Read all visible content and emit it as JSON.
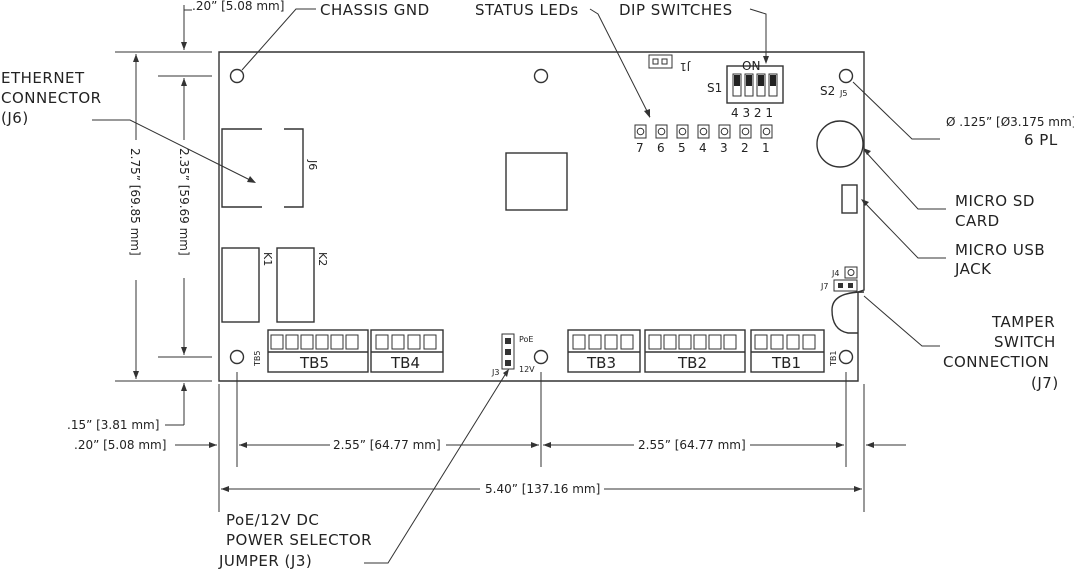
{
  "labels": {
    "chassis_gnd": "CHASSIS GND",
    "status_leds": "STATUS LEDs",
    "dip_switches": "DIP SWITCHES",
    "ethernet_1": "ETHERNET",
    "ethernet_2": "CONNECTOR",
    "ethernet_3": "(J6)",
    "hole_1": "Ø .125” [Ø3.175 mm]",
    "hole_2": "6 PL",
    "sd_1": "MICRO SD",
    "sd_2": "CARD",
    "usb_1": "MICRO USB",
    "usb_2": "JACK",
    "tamper_1": "TAMPER",
    "tamper_2": "SWITCH",
    "tamper_3": "CONNECTION",
    "tamper_4": "(J7)",
    "jumper_1": "PoE/12V DC",
    "jumper_2": "POWER SELECTOR",
    "jumper_3": "JUMPER (J3)"
  },
  "dimensions": {
    "top_offset": ".20” [5.08 mm]",
    "height_outer": "2.75” [69.85 mm]",
    "height_inner": "2.35” [59.69 mm]",
    "bottom_offset": ".15” [3.81 mm]",
    "left_offset": ".20” [5.08 mm]",
    "span_left": "2.55” [64.77 mm]",
    "span_right": "2.55” [64.77 mm]",
    "width_total": "5.40” [137.16 mm]"
  },
  "board": {
    "j1": "J1",
    "j6": "J6",
    "k1": "K1",
    "k2": "K2",
    "s1": "S1",
    "dip_on": "ON",
    "dip_numbers": "4 3 2 1",
    "s2": "S2",
    "j5": "J5",
    "j4": "J4",
    "j7": "J7",
    "j3": "J3",
    "poe": "PoE",
    "v12": "12V",
    "tb5_side": "TB5",
    "tb1_side": "TB1",
    "led_numbers": [
      "7",
      "6",
      "5",
      "4",
      "3",
      "2",
      "1"
    ],
    "terminals": [
      "TB5",
      "TB4",
      "TB3",
      "TB2",
      "TB1"
    ]
  }
}
